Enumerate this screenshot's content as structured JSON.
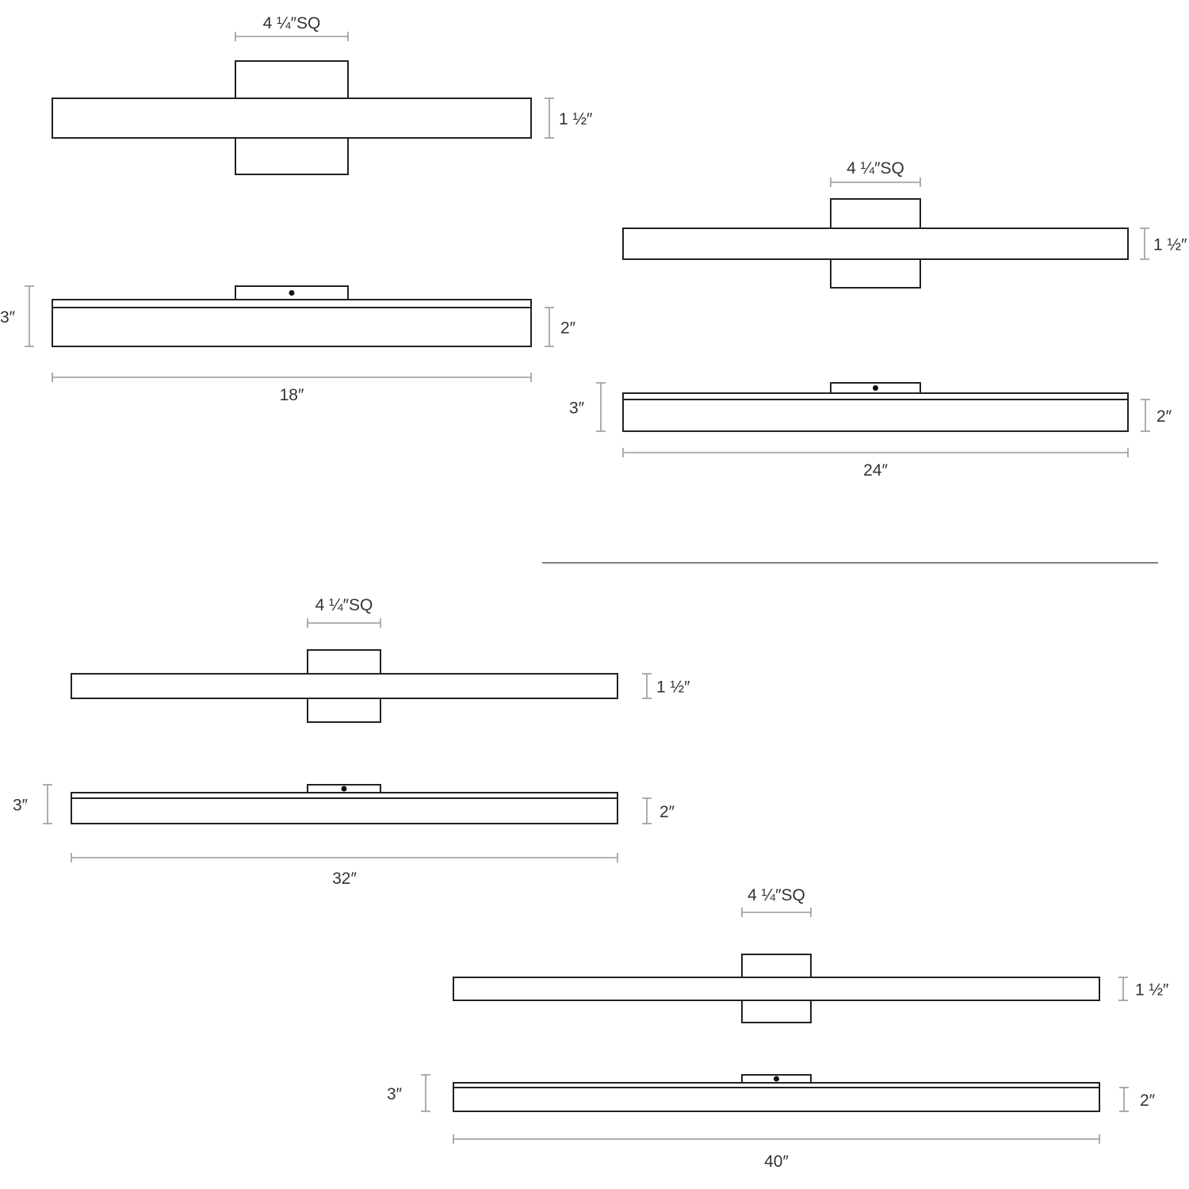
{
  "diagram": {
    "units": [
      {
        "name": "18-inch",
        "width_label": "18″",
        "canopy_label": "4 ¼″SQ",
        "front_height_label": "1 ½″",
        "total_depth_label": "3″",
        "body_depth_label": "2″"
      },
      {
        "name": "24-inch",
        "width_label": "24″",
        "canopy_label": "4 ¼″SQ",
        "front_height_label": "1 ½″",
        "total_depth_label": "3″",
        "body_depth_label": "2″"
      },
      {
        "name": "32-inch",
        "width_label": "32″",
        "canopy_label": "4 ¼″SQ",
        "front_height_label": "1 ½″",
        "total_depth_label": "3″",
        "body_depth_label": "2″"
      },
      {
        "name": "40-inch",
        "width_label": "40″",
        "canopy_label": "4 ¼″SQ",
        "front_height_label": "1 ½″",
        "total_depth_label": "3″",
        "body_depth_label": "2″"
      }
    ]
  }
}
